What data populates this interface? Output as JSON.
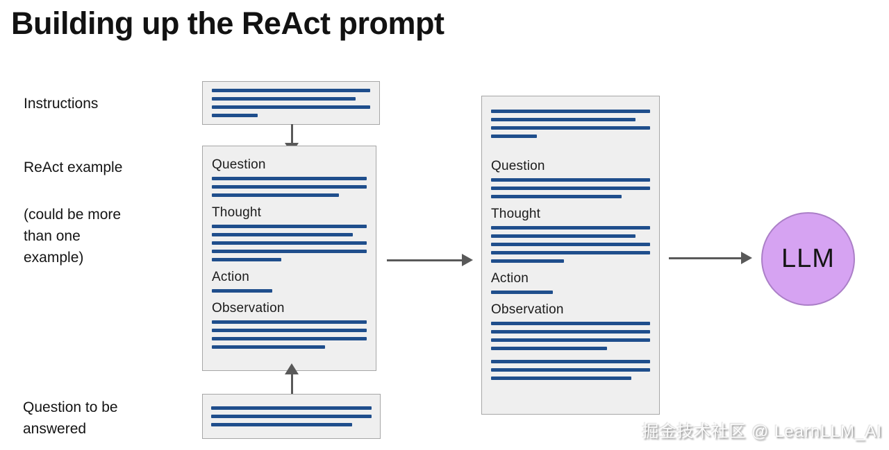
{
  "title": "Building up the ReAct prompt",
  "labels": {
    "instructions": "Instructions",
    "react_example": "ReAct example",
    "note": "(could be more\nthan one\nexample)",
    "question_to_answer": "Question to be\nanswered"
  },
  "colors": {
    "bar_blue": "#1f4e8c",
    "box_bg": "#efefef",
    "box_border": "#a6a6a6",
    "arrow_gray": "#595959",
    "llm_fill": "#d6a3f2",
    "llm_border": "#ab7fc7"
  },
  "middle": {
    "top_box": {
      "bars": [
        100,
        91,
        100,
        29
      ]
    },
    "main_box": {
      "sections": [
        {
          "heading": "Question",
          "bars": [
            100,
            100,
            82
          ]
        },
        {
          "heading": "Thought",
          "bars": [
            100,
            91,
            100,
            100,
            45
          ]
        },
        {
          "heading": "Action",
          "bars": [
            39
          ]
        },
        {
          "heading": "Observation",
          "bars": [
            100,
            100,
            100,
            73
          ]
        }
      ]
    },
    "bottom_box": {
      "bars": [
        100,
        100,
        88
      ]
    }
  },
  "right_box": {
    "intro_bars": [
      100,
      91,
      100,
      29
    ],
    "sections": [
      {
        "heading": "Question",
        "bars": [
          100,
          100,
          82
        ]
      },
      {
        "heading": "Thought",
        "bars": [
          100,
          91,
          100,
          100,
          46
        ]
      },
      {
        "heading": "Action",
        "bars": [
          39
        ]
      },
      {
        "heading": "Observation",
        "bars": [
          100,
          100,
          100,
          73
        ]
      }
    ],
    "outro_bars": [
      100,
      100,
      88
    ]
  },
  "llm": {
    "label": "LLM"
  },
  "watermark": {
    "text": "掘金技术社区 @ LearnLLM_AI"
  }
}
